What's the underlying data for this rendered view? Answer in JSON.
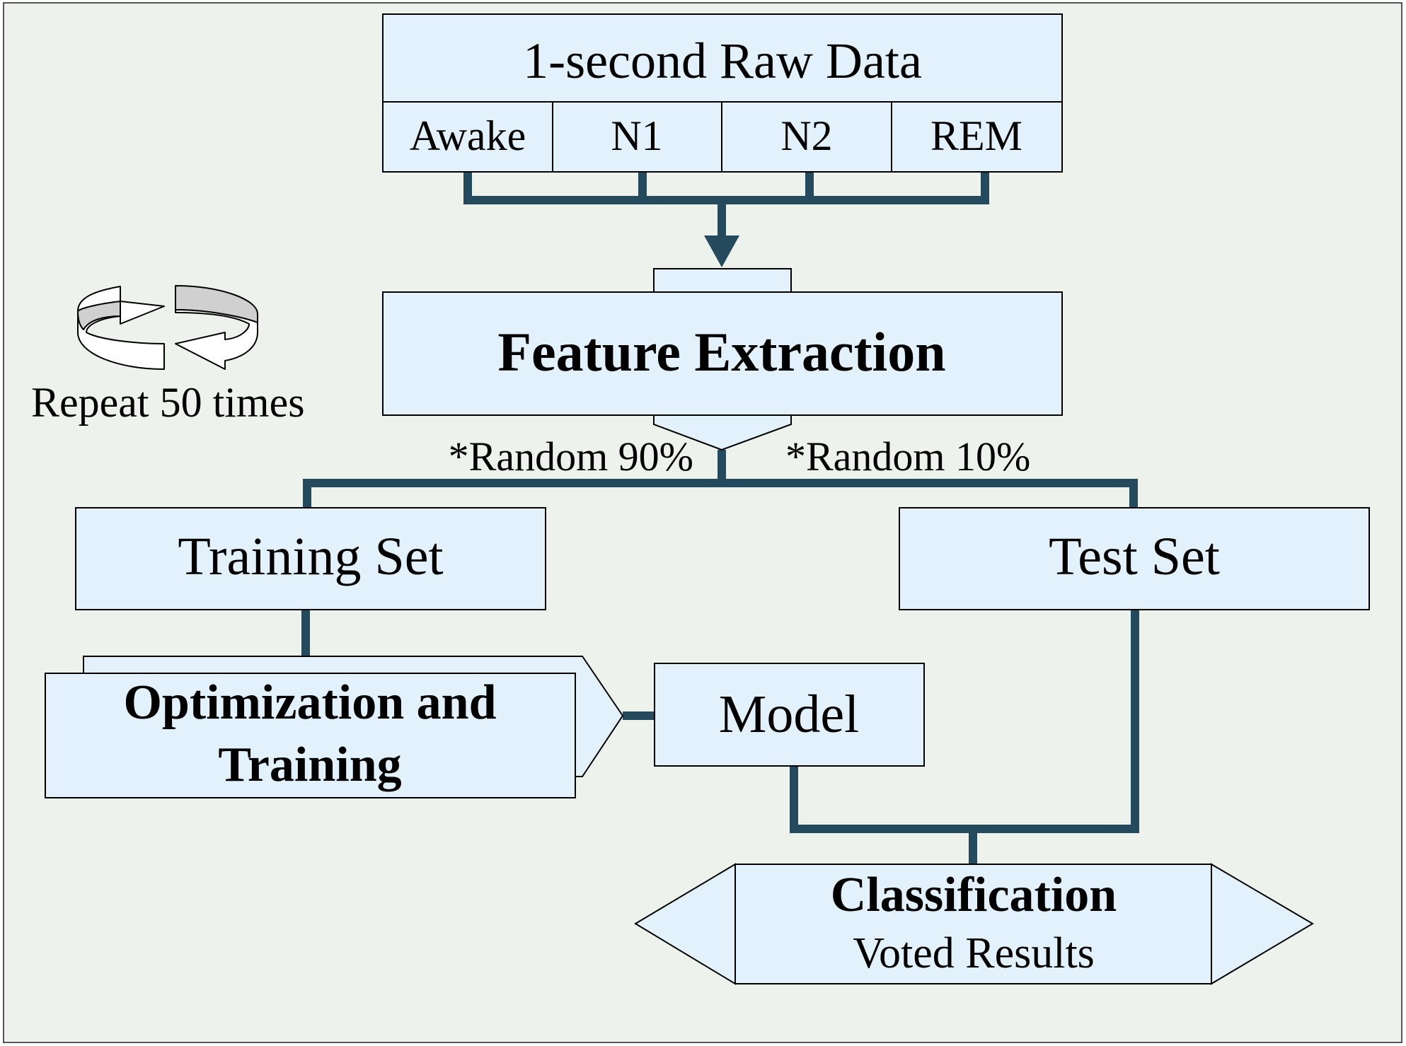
{
  "raw_data": {
    "title": "1-second Raw Data",
    "stages": [
      "Awake",
      "N1",
      "N2",
      "REM"
    ]
  },
  "feature_extraction": {
    "label": "Feature Extraction"
  },
  "repeat": {
    "label": "Repeat 50 times"
  },
  "split": {
    "left_label": "*Random 90%",
    "right_label": "*Random 10%"
  },
  "training_set": {
    "label": "Training Set"
  },
  "test_set": {
    "label": "Test Set"
  },
  "optimization": {
    "line1": "Optimization and",
    "line2": "Training"
  },
  "model": {
    "label": "Model"
  },
  "classification": {
    "title": "Classification",
    "subtitle": "Voted Results"
  },
  "colors": {
    "background": "#edf2ec",
    "box_fill": "#e3f1fc",
    "connector": "#254a5e",
    "border": "#000000"
  }
}
